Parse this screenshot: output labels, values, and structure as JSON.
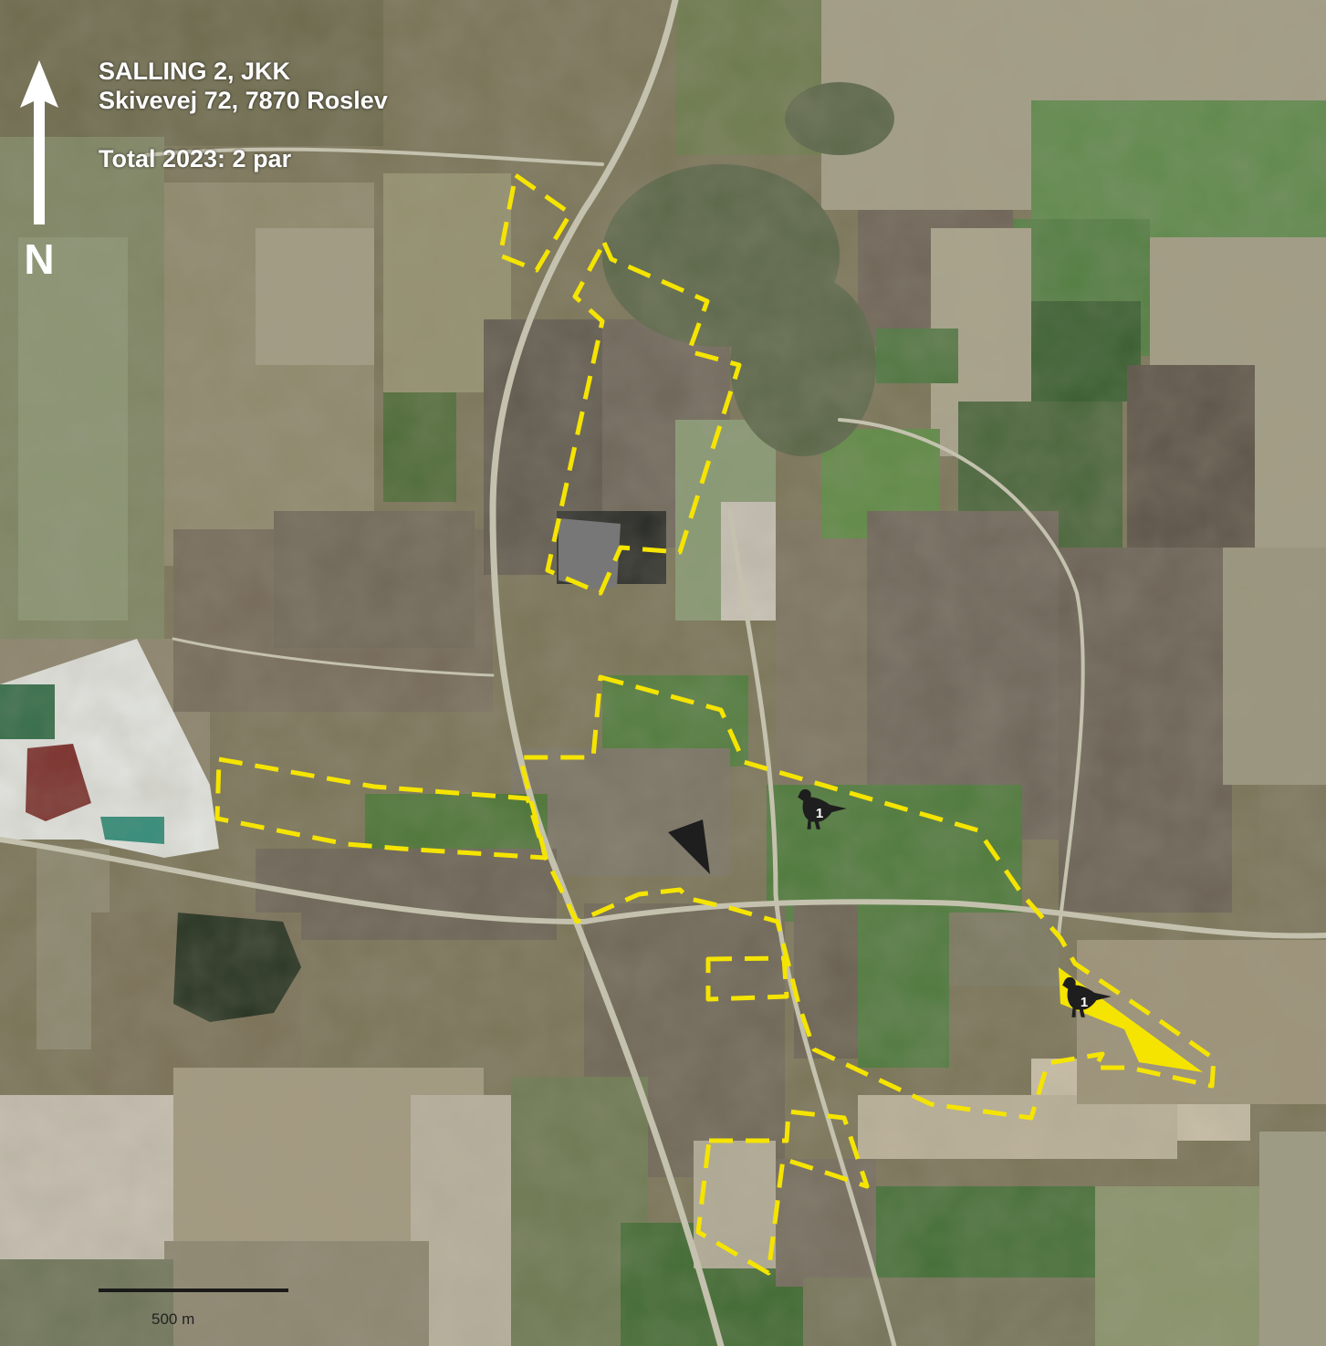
{
  "title": {
    "line1": "SALLING 2, JKK",
    "line2": "Skivevej 72, 7870 Roslev",
    "total": "Total 2023: 2 par"
  },
  "north_label": "N",
  "scale_label": "500 m",
  "markers": [
    {
      "label": "1"
    },
    {
      "label": "1"
    }
  ],
  "colors": {
    "boundary": "#f5e400",
    "occupied_field": "#f5e400",
    "built_area": "#777777",
    "bird": "#1e1e1e"
  },
  "icons": [
    "north-arrow-icon",
    "bird-icon",
    "arrow-pointer-icon"
  ]
}
